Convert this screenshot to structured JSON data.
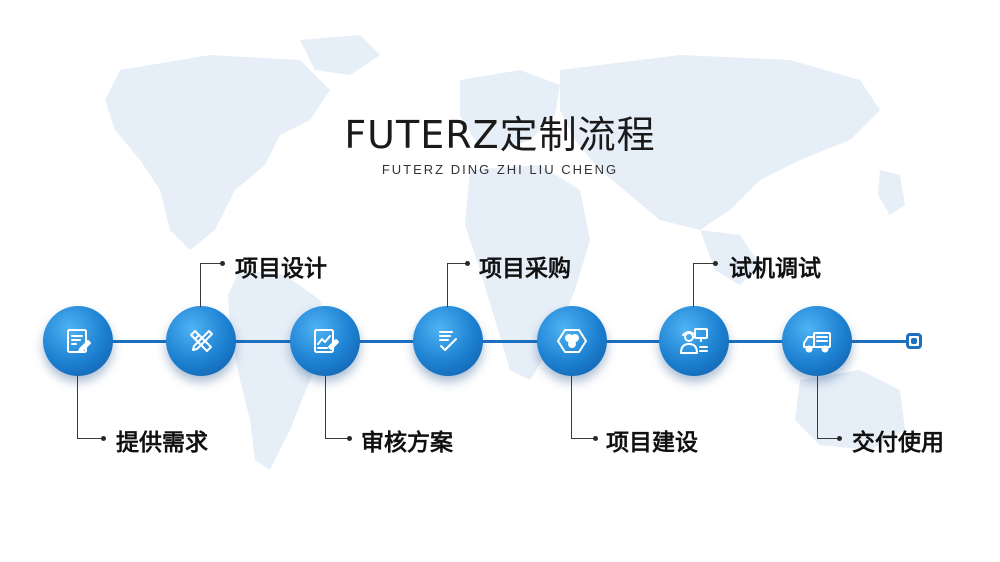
{
  "title": "FUTERZ定制流程",
  "subtitle": "FUTERZ DING ZHI LIU CHENG",
  "colors": {
    "accent": "#1d6fc2",
    "map": "#e6eef7"
  },
  "steps": [
    {
      "label": "提供需求",
      "position": "below",
      "icon": "document-edit-icon"
    },
    {
      "label": "项目设计",
      "position": "above",
      "icon": "pencil-ruler-icon"
    },
    {
      "label": "审核方案",
      "position": "below",
      "icon": "document-chart-icon"
    },
    {
      "label": "项目采购",
      "position": "above",
      "icon": "checklist-icon"
    },
    {
      "label": "项目建设",
      "position": "below",
      "icon": "hexagon-molecule-icon"
    },
    {
      "label": "试机调试",
      "position": "above",
      "icon": "engineer-computer-icon"
    },
    {
      "label": "交付使用",
      "position": "below",
      "icon": "delivery-truck-icon"
    }
  ]
}
